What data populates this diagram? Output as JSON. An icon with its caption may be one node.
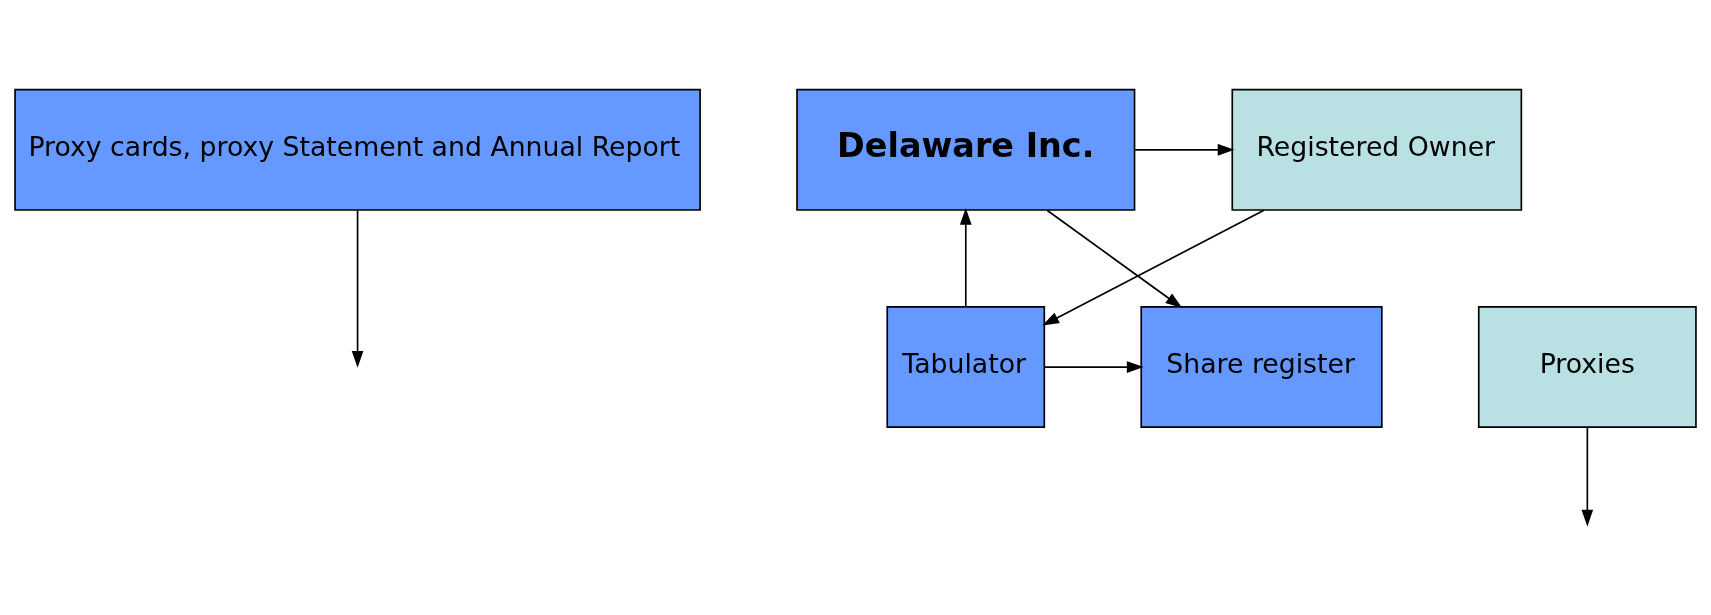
{
  "diagram": {
    "nodes": [
      {
        "text": [
          "Proxy cards, proxy Statement and Annual Report"
        ]
      },
      {
        "text": [
          "Delaware Inc."
        ]
      },
      {
        "text": [
          "Registered Owner"
        ]
      },
      {
        "text": [
          "Share register"
        ]
      },
      {
        "text": [
          "Tabulator"
        ]
      },
      {
        "text": [
          "Proxies"
        ]
      }
    ],
    "edges": [
      {
        "from": 0,
        "to": null,
        "arrow": "to"
      },
      {
        "from": 1,
        "to": 2,
        "arrow": "to"
      },
      {
        "from": 2,
        "to": 4,
        "arrow": "to"
      },
      {
        "from": 5,
        "to": null,
        "arrow": "to"
      },
      {
        "from": 4,
        "to": 1,
        "arrow": "to"
      },
      {
        "from": 1,
        "to": 3,
        "arrow": "to"
      },
      {
        "from": 4,
        "to": 3,
        "arrow": "to"
      }
    ]
  }
}
